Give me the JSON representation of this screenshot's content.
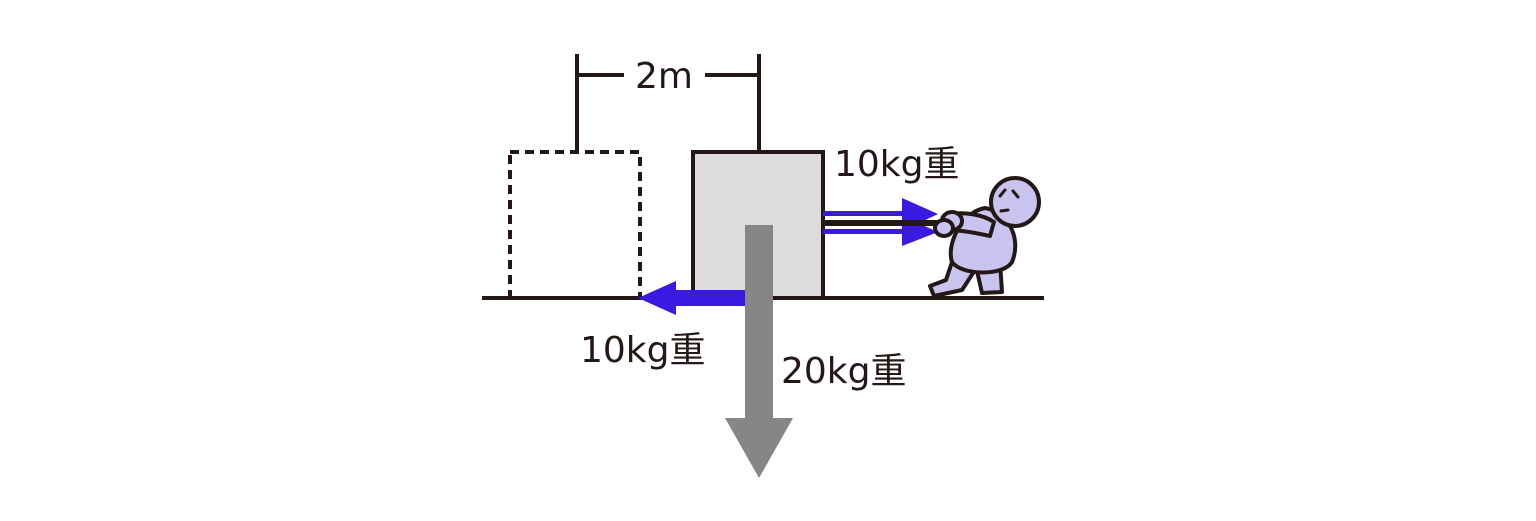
{
  "labels": {
    "distance": "2m",
    "rope_force": "10kg重",
    "friction_force": "10kg重",
    "weight": "20kg重"
  },
  "colors": {
    "ink": "#231815",
    "force_arrow": "#3a19e0",
    "weight_arrow": "#868686",
    "box_fill": "#dcdcdc",
    "person_fill": "#c9c3f0"
  }
}
